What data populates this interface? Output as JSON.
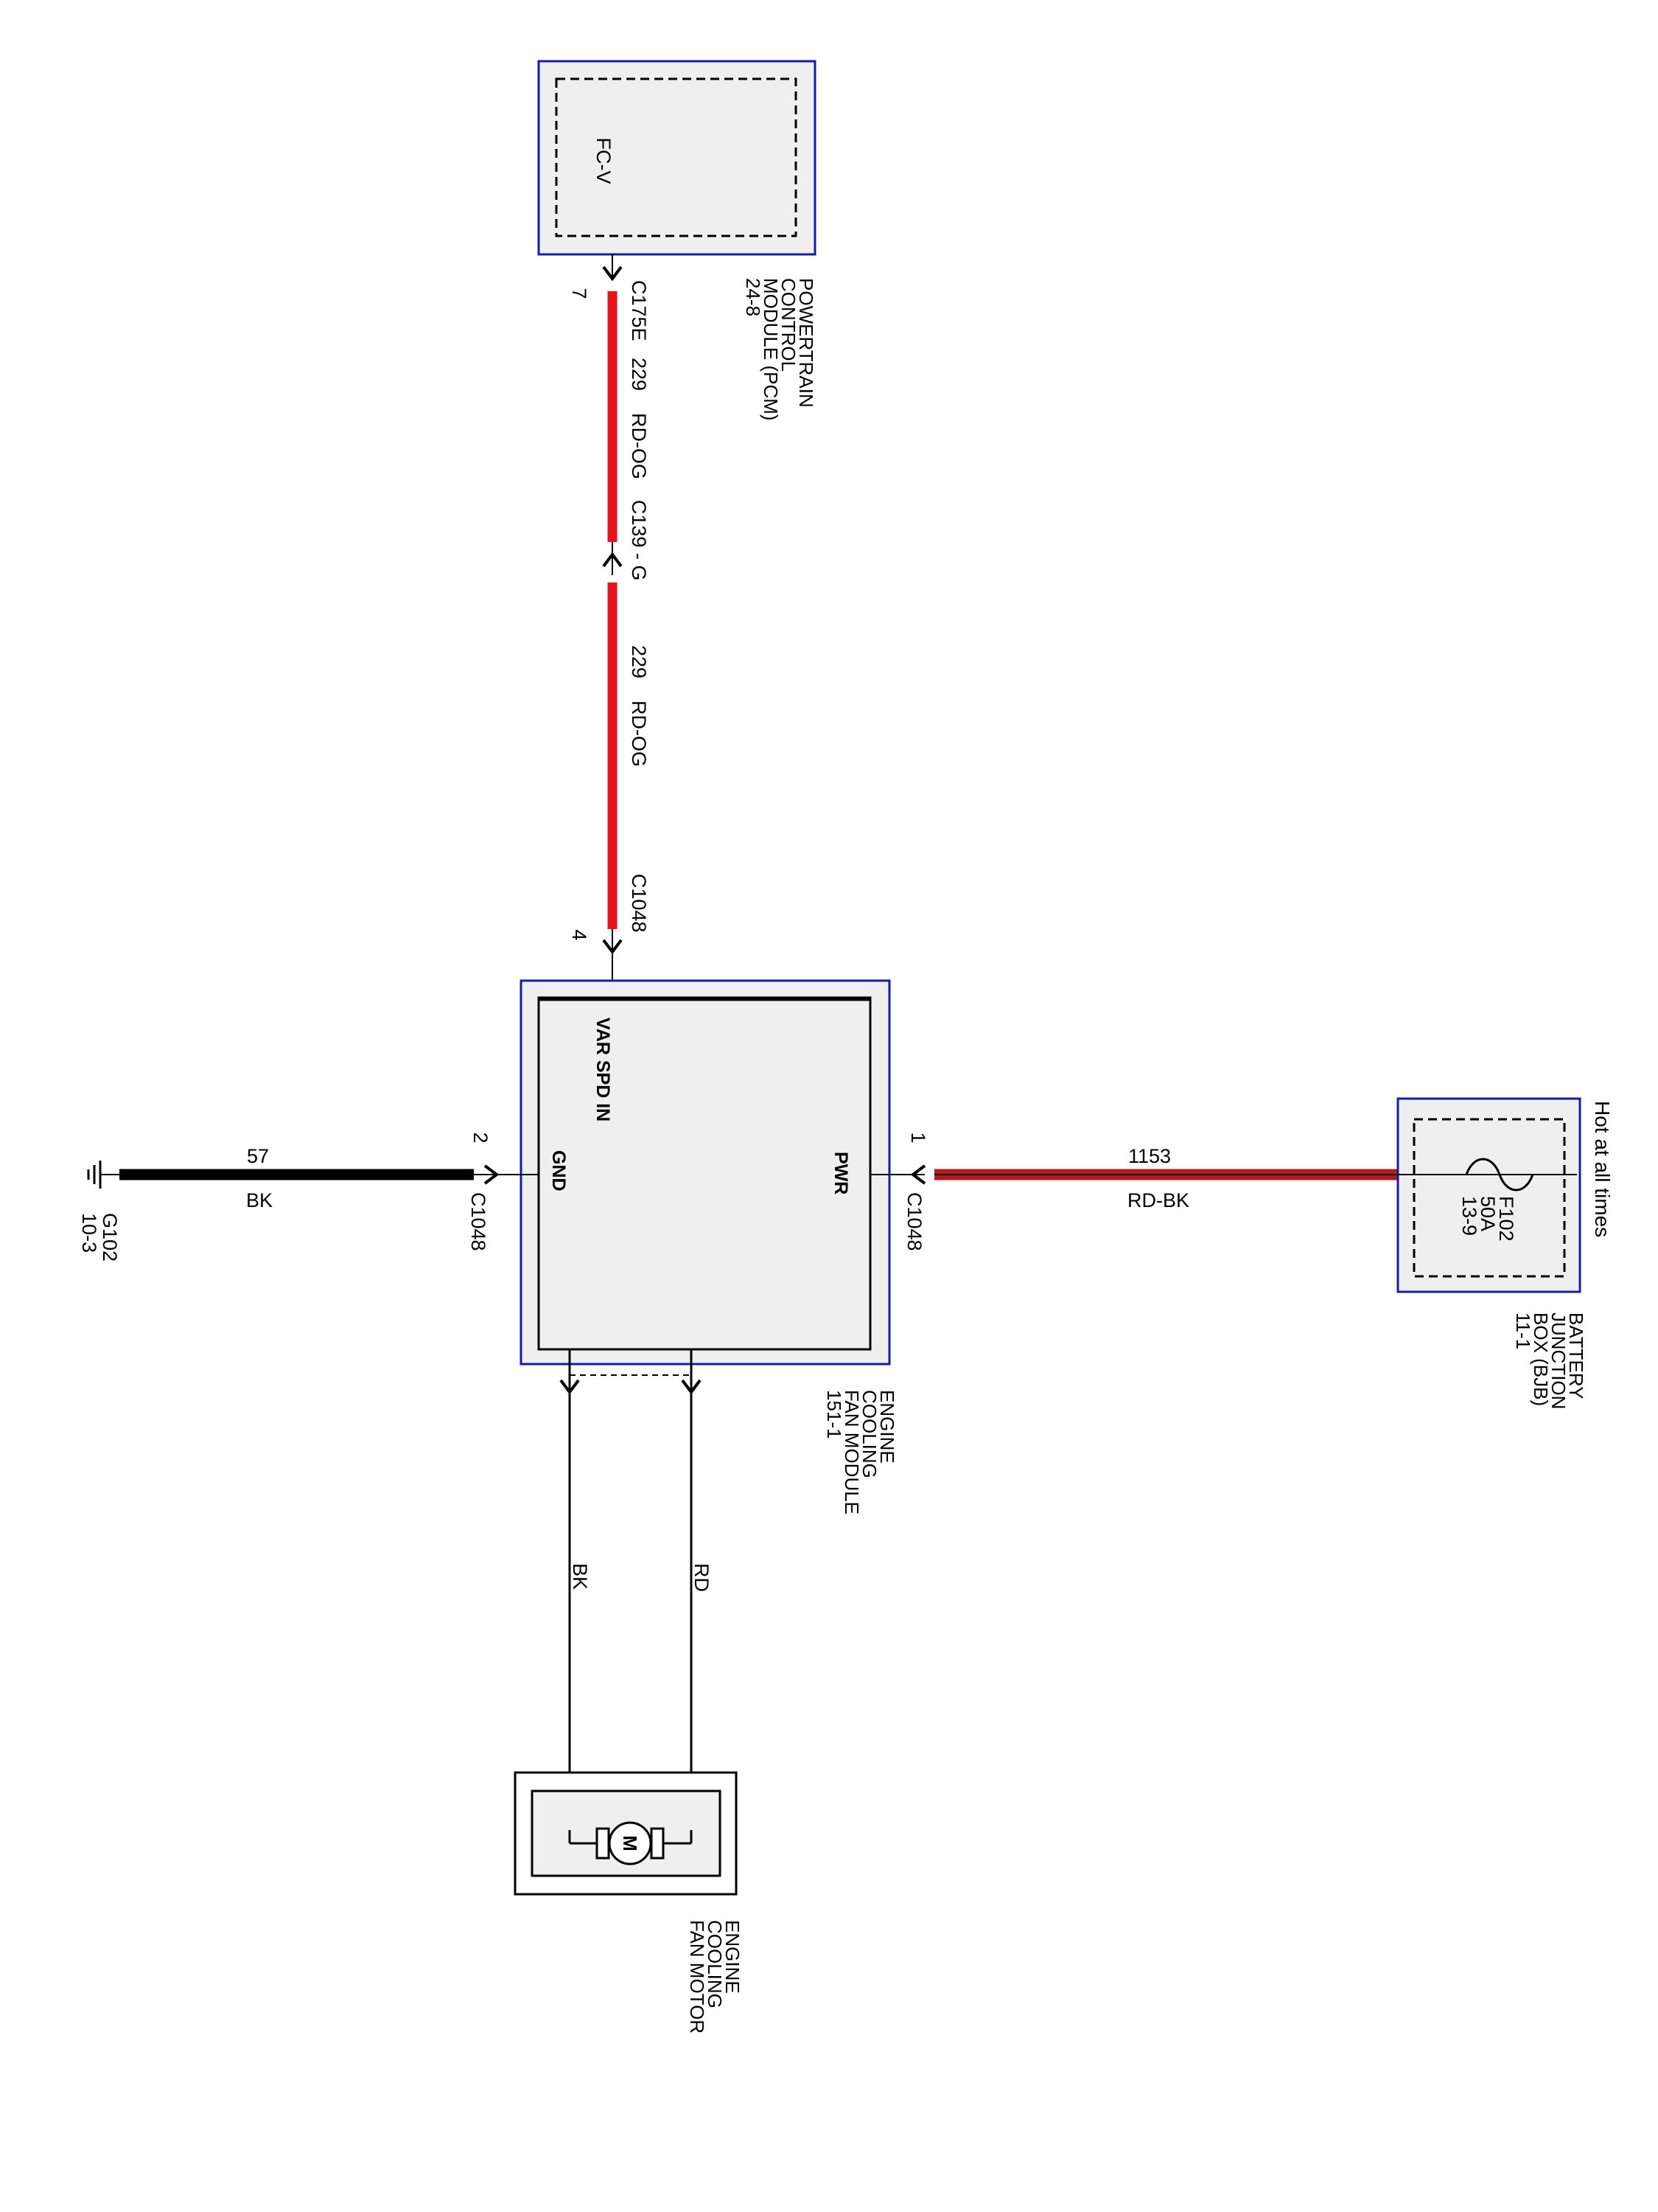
{
  "pcm": {
    "pin_name": "FC-V",
    "title_lines": [
      "POWERTRAIN",
      "CONTROL",
      "MODULE (PCM)",
      "24-8"
    ]
  },
  "var_spd_circuit": {
    "pin_pcm": "7",
    "connector_pcm": "C175E",
    "circuit_upper": "229",
    "color_upper": "RD-OG",
    "inline_connector": "C139 - G",
    "circuit_lower": "229",
    "color_lower": "RD-OG",
    "connector_module": "C1048",
    "pin_module": "4",
    "wire_color_hex": "#e8141c"
  },
  "fan_module": {
    "pin_var_spd": "VAR SPD IN",
    "pin_gnd": "GND",
    "pin_pwr": "PWR",
    "title_lines": [
      "ENGINE",
      "COOLING",
      "FAN MODULE",
      "151-1"
    ]
  },
  "ground_circuit": {
    "ground_id": "G102",
    "ground_ref": "10-3",
    "circuit": "57",
    "color": "BK",
    "pin": "2",
    "connector": "C1048",
    "wire_color_hex": "#000000"
  },
  "power_circuit": {
    "pin": "1",
    "connector": "C1048",
    "circuit": "1153",
    "color": "RD-BK",
    "wire_color_hex": "#b31a1a"
  },
  "bjb": {
    "fuse_id": "F102",
    "fuse_rating": "50A",
    "fuse_ref": "13-9",
    "hot_label": "Hot at all times",
    "title_lines": [
      "BATTERY",
      "JUNCTION",
      "BOX (BJB)",
      "11-1"
    ]
  },
  "motor": {
    "symbol": "M",
    "wire_bk": "BK",
    "wire_rd": "RD",
    "title_lines": [
      "ENGINE",
      "COOLING",
      "FAN MOTOR"
    ]
  },
  "colors": {
    "component_border": "#1a1aa8",
    "component_fill": "#efefef"
  }
}
